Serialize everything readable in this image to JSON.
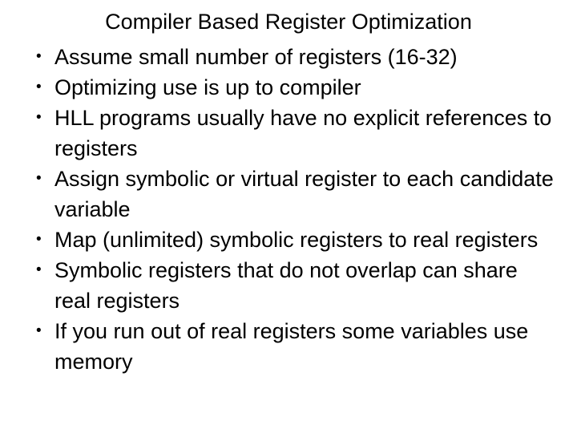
{
  "slide": {
    "title": "Compiler Based Register Optimization",
    "bullet_marker": "•",
    "background_color": "#ffffff",
    "text_color": "#000000",
    "bullets": [
      {
        "text": "Assume small number of registers (16-32)"
      },
      {
        "text": "Optimizing use is up to compiler"
      },
      {
        "text": "HLL programs usually have no explicit references to registers"
      },
      {
        "text": "Assign symbolic or virtual register to each candidate variable"
      },
      {
        "text": "Map (unlimited) symbolic registers to real registers"
      },
      {
        "text": "Symbolic registers that do not overlap can share real registers"
      },
      {
        "text": "If you run out of real registers some variables use memory"
      }
    ]
  }
}
